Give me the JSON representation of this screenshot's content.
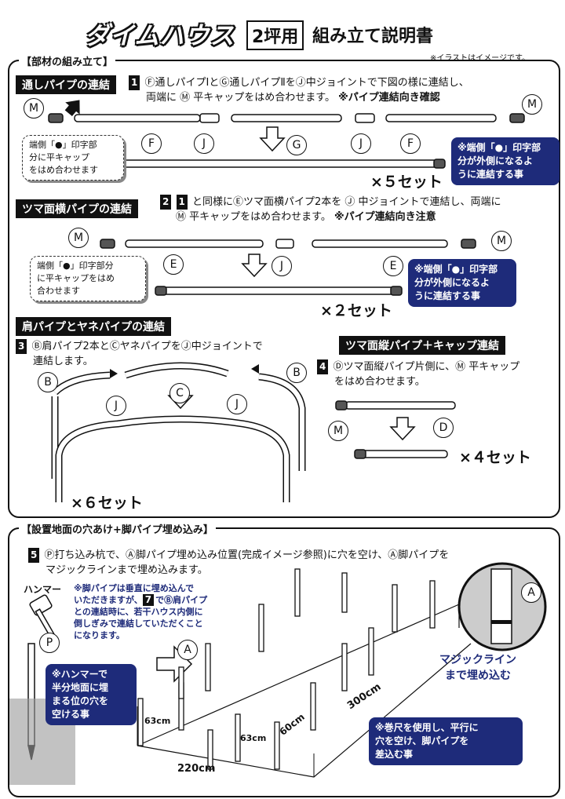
{
  "header": {
    "title": "ダイムハウス",
    "size": "2坪用",
    "title_rest": "組み立て説明書",
    "note": "※イラストはイメージです。"
  },
  "part1": {
    "frame_title": "【部材の組み立て】",
    "s1": {
      "heading": "通しパイプの連結",
      "num": "1",
      "line1": "Ⓕ通しパイプⅠとⒼ通しパイプⅡをⒿ中ジョイントで下図の様に連結し、",
      "line2": "両端に Ⓜ 平キャップをはめ合わせます。",
      "emph": "※パイプ連結向き確認",
      "callout": [
        "端側「●」印字部",
        "分に平キャップ",
        "をはめ合わせます"
      ],
      "blue": [
        "※端側「●」印字部",
        "分が外側になるよ",
        "うに連結する事"
      ],
      "set": "×５セット",
      "labels": {
        "m": "M",
        "f": "F",
        "j": "J",
        "g": "G"
      }
    },
    "s2": {
      "heading": "ツマ面横パイプの連結",
      "num": "2",
      "ref": "1",
      "line1": "と同様にⒺツマ面横パイプ2本を Ⓙ 中ジョイントで連結し、両端に",
      "line2": "Ⓜ 平キャップをはめ合わせます。",
      "emph": "※パイプ連結向き注意",
      "callout": [
        "端側「●」印字部分",
        "に平キャップをはめ",
        "合わせます"
      ],
      "blue": [
        "※端側「●」印字部",
        "分が外側になるよ",
        "うに連結する事"
      ],
      "set": "×２セット",
      "labels": {
        "m": "M",
        "e": "E",
        "j": "J"
      }
    },
    "s3": {
      "heading": "肩パイプとヤネパイプの連結",
      "num": "3",
      "line1": "Ⓑ肩パイプ2本とⒸヤネパイプをⒿ中ジョイントで",
      "line2": "連結します。",
      "set": "×６セット",
      "labels": {
        "b": "B",
        "c": "C",
        "j": "J"
      }
    },
    "s4": {
      "heading": "ツマ面縦パイプ＋キャップ連結",
      "num": "4",
      "line1": "Ⓓツマ面縦パイプ片側に、Ⓜ 平キャップ",
      "line2": "をはめ合わせます。",
      "set": "×４セット",
      "labels": {
        "m": "M",
        "d": "D"
      }
    }
  },
  "part2": {
    "frame_title": "【設置地面の穴あけ+脚パイプ埋め込み】",
    "s5": {
      "num": "5",
      "line1": "Ⓟ打ち込み杭で、Ⓐ脚パイプ埋め込み位置(完成イメージ参照)に穴を空け、Ⓐ脚パイプを",
      "line2": "マジックラインまで埋め込みます。"
    },
    "hammer": "ハンマー",
    "warn": [
      "※脚パイプは垂直に埋め込んで",
      "いただきますが、",
      "で",
      "肩パイプ",
      "との連結時に、若干ハウス内側に",
      "倒しぎみで連結していただくこと",
      "になります。"
    ],
    "warn_ref_num": "7",
    "warn_ref_b": "B",
    "blue_left": [
      "※ハンマーで",
      "半分地面に埋",
      "まる位の穴を",
      "空ける事"
    ],
    "blue_right": [
      "※巻尺を使用し、平行に",
      "穴を空け、脚パイプを",
      "差込む事"
    ],
    "magic": [
      "マジックライン",
      "まで埋め込む"
    ],
    "dims": {
      "d63a": "63cm",
      "d63b": "63cm",
      "d60": "60cm",
      "d300": "300cm",
      "d220": "220cm"
    },
    "labels": {
      "a": "A",
      "p": "P"
    }
  }
}
